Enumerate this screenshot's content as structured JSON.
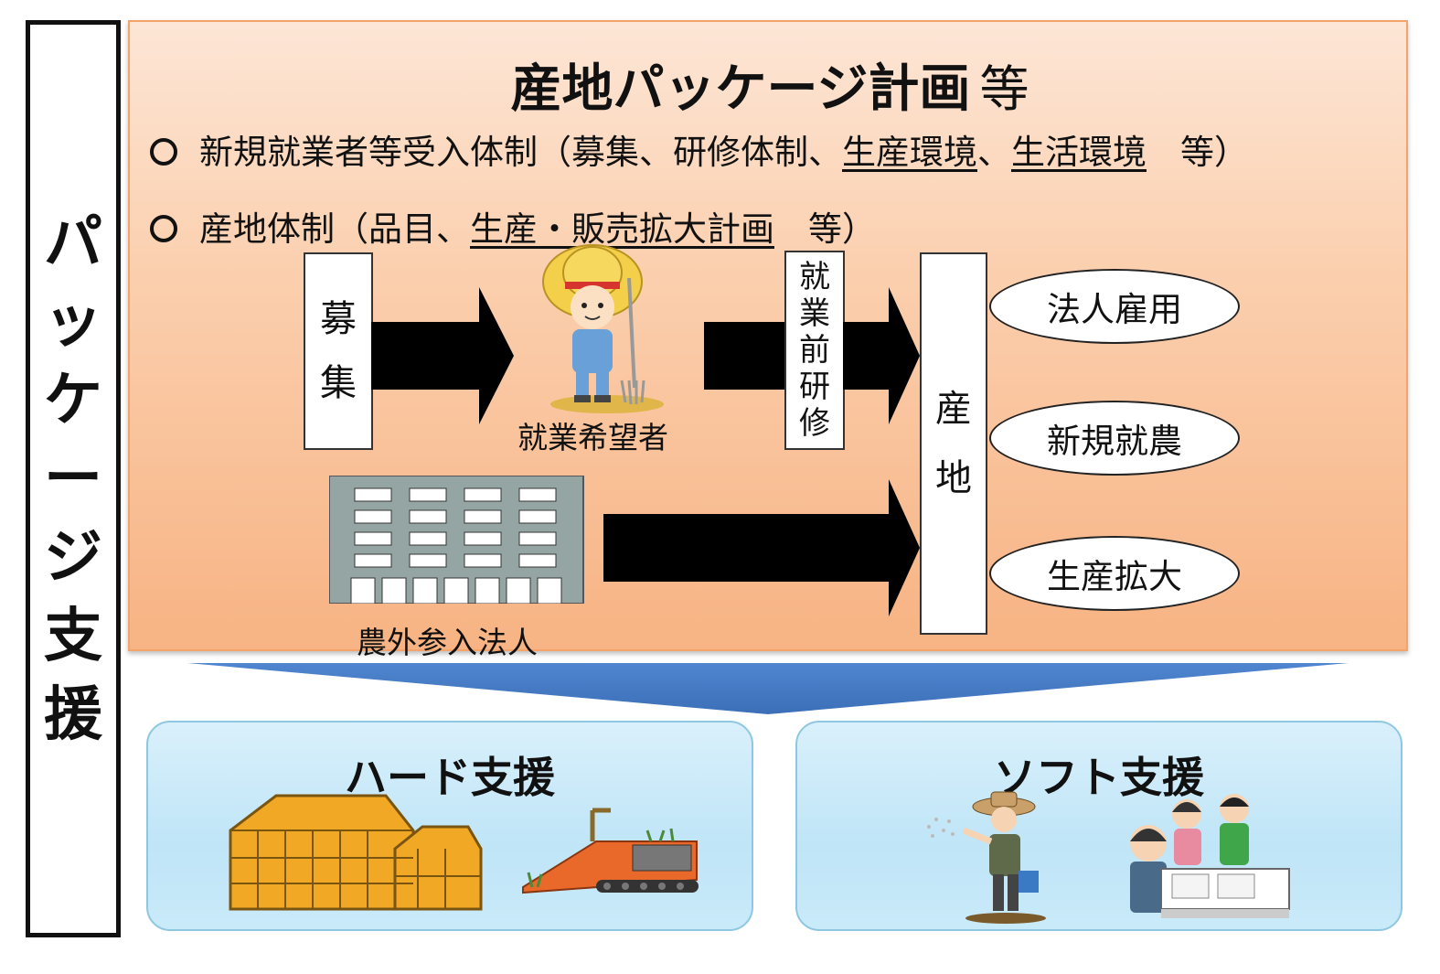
{
  "side_label": "パッケージ支援",
  "plan": {
    "title": "産地パッケージ計画",
    "title_suffix": "等",
    "bullet1": {
      "prefix": "新規就業者等受入体制（募集、研修体制、",
      "underlined1": "生産環境",
      "sep": "、",
      "underlined2": "生活環境",
      "suffix": "　等）"
    },
    "bullet2": {
      "prefix": "産地体制（品目、",
      "underlined": "生産・販売拡大計画",
      "suffix": "　等）"
    },
    "flow": {
      "recruit_box": "募集",
      "applicant_label": "就業希望者",
      "training_box": "就業前研修",
      "region_box": "産地",
      "corporation_label": "農外参入法人",
      "outcomes": [
        "法人雇用",
        "新規就農",
        "生産拡大"
      ]
    }
  },
  "hard_support": {
    "title": "ハード支援"
  },
  "soft_support": {
    "title": "ソフト支援"
  },
  "colors": {
    "panel_orange": "#f7b383",
    "wedge_blue": "#4a7cc4",
    "support_blue": "#c9eaf9",
    "greenhouse": "#f0a825",
    "machine": "#e8692a"
  },
  "icons": [
    "farmer-boy-icon",
    "office-building-icon",
    "greenhouse-icon",
    "farm-machine-icon",
    "farmer-sowing-icon",
    "consultation-icon"
  ]
}
